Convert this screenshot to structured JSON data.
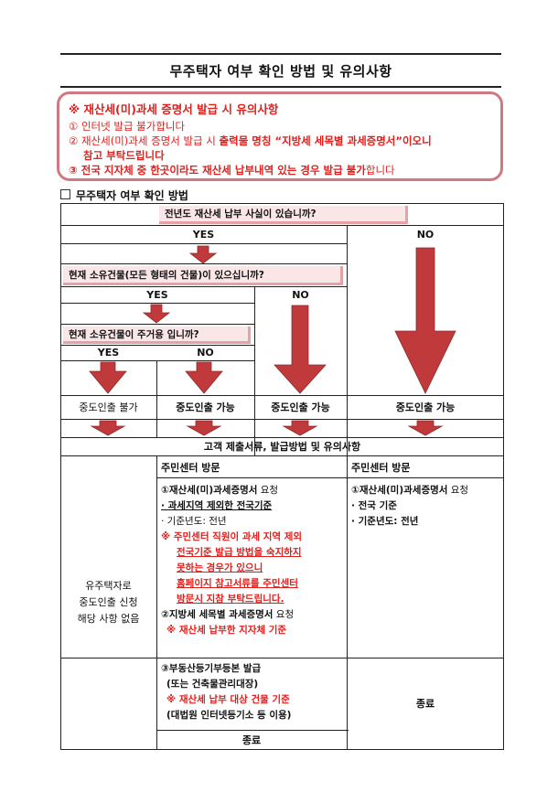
{
  "title": "무주택자 여부 확인 방법 및 유의사항",
  "caution": {
    "heading": "※ 재산세(미)과세 증명서 발급 시 유의사항",
    "item1": "① 인터넷 발급 불가합니다",
    "item2_prefix": "② 재산세(미)과세 증명서 발급 시 ",
    "item2_bold": "출력물 명칭 “지방세 세목별 과세증명서”이오니",
    "item2_cont": "참고 부탁드립니다",
    "item3_bold": "③ 전국 지자체 중 한곳이라도 재산세 납부내역 있는 경우 발급 불가",
    "item3_suffix": "합니다"
  },
  "section_title": "무주택자 여부 확인 방법",
  "flow": {
    "q1": "전년도 재산세 납부 사실이 있습니까?",
    "q1_yes": "YES",
    "q1_no": "NO",
    "q2": "현재 소유건물(모든 형태의 건물)이 있으십니까?",
    "q2_yes": "YES",
    "q2_no": "NO",
    "q3": "현재 소유건물이 주거용 입니까?",
    "q3_yes": "YES",
    "q3_no": "NO",
    "r1": "중도인출 불가",
    "r2": "중도인출 가능",
    "r3": "중도인출 가능",
    "r4": "중도인출 가능",
    "docs_header": "고객 제출서류, 발급방법 및 유의사항",
    "left_label": [
      "유주택자로",
      "중도인출 신청",
      "해당 사항 없음"
    ],
    "col_a_header": "주민센터 방문",
    "col_b_header": "주민센터 방문",
    "a_item1_title": "①재산세(미)과세증명서",
    "a_item1_req": " 요청",
    "a_item1_l1": "· 과세지역 제외한 전국기준",
    "a_item1_l2": "· 기준년도: 전년",
    "a_note": [
      "※ 주민센터 직원이 과세 지역 제외",
      "전국기준 발급 방법을 숙지하지",
      "못하는 경우가 있으니",
      "홈페이지 참고서류를 주민센터",
      "방문시  지참 부탁드립니다."
    ],
    "a_item2_title": "②지방세 세목별 과세증명서",
    "a_item2_req": " 요청",
    "a_item2_note": "※ 재산세 납부한 지자체 기준",
    "b_item1_title": "①재산세(미)과세증명서",
    "b_item1_req": " 요청",
    "b_item1_l1": "· 전국 기준",
    "b_item1_l2": "· 기준년도: 전년",
    "a_item3_title": "③부동산등기부등본 발급",
    "a_item3_l1": "(또는 건축물관리대장)",
    "a_item3_note": "※ 재산세 납부 대상 건물 기준",
    "a_item3_l2": "(대법원 인터넷등기소 등 이용)",
    "end_a": "종료",
    "end_b": "종료"
  },
  "colors": {
    "arrow": "#c0393b",
    "caution_red": "#e0201d",
    "caution_border": "#cf7a82",
    "question_bg": "#fbe6e7"
  }
}
